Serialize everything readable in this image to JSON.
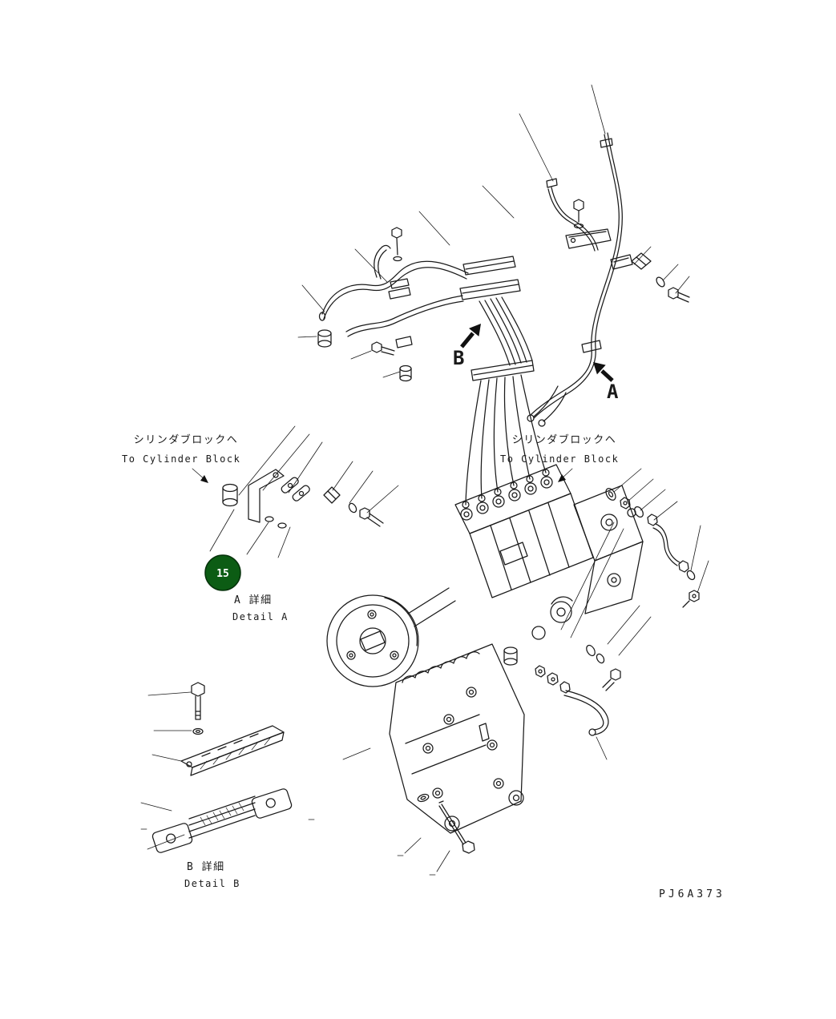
{
  "page": {
    "background": "#ffffff",
    "line_color": "#1a1a1a",
    "drawing_code": "PJ6A373"
  },
  "colors": {
    "callout_green": "#0c5c14",
    "callout_ring": "#06320b",
    "callout_text": "#ffffff"
  },
  "labels": {
    "cylinder_block_left": {
      "jp": "シリンダブロックヘ",
      "en": "To Cylinder Block"
    },
    "cylinder_block_right": {
      "jp": "シリンダブロックヘ",
      "en": "To Cylinder Block"
    },
    "detail_a": {
      "jp": "A 詳細",
      "en": "Detail A"
    },
    "detail_b": {
      "jp": "B 詳細",
      "en": "Detail B"
    },
    "view_b": "B",
    "view_a": "A"
  },
  "callouts": {
    "highlighted_item": "15"
  }
}
